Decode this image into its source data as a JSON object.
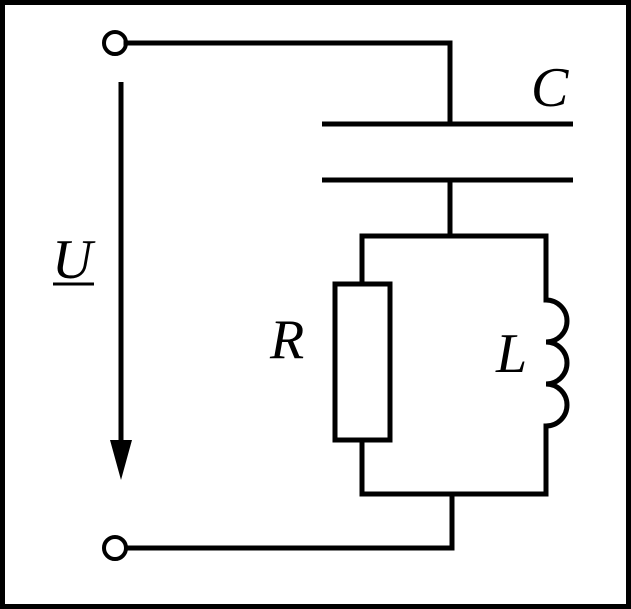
{
  "labels": {
    "voltage": "U",
    "capacitor": "C",
    "resistor": "R",
    "inductor": "L"
  },
  "colors": {
    "stroke": "#000000",
    "background": "#ffffff"
  }
}
